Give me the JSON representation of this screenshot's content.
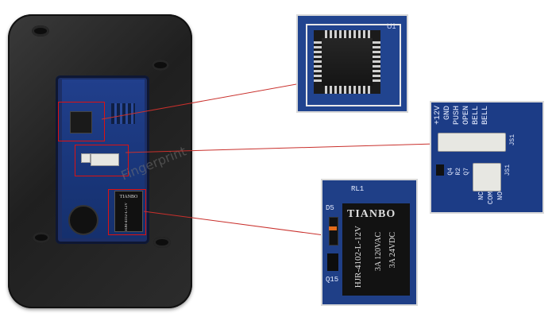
{
  "chip_panel": {
    "designator": "U1"
  },
  "connector_panel": {
    "pin_labels": [
      "+12V",
      "GND",
      "PUSH",
      "OPEN",
      "BELL",
      "BELL"
    ],
    "lower_labels": [
      "NC",
      "COM",
      "NO"
    ],
    "designators": [
      "Q4",
      "R2",
      "Q7",
      "JS1",
      "JS1"
    ]
  },
  "relay_panel": {
    "board_label": "RL1",
    "diode_label": "D5",
    "transistor_label": "Q15",
    "brand": "TIANBO",
    "model": "HJR-4102-L-12V",
    "rating_ac": "3A 120VAC",
    "rating_dc": "3A 24VDC"
  },
  "device_relay": {
    "brand": "TIANBO",
    "model": "HJR-4102-L-12V"
  },
  "watermark": "Fingerprint"
}
